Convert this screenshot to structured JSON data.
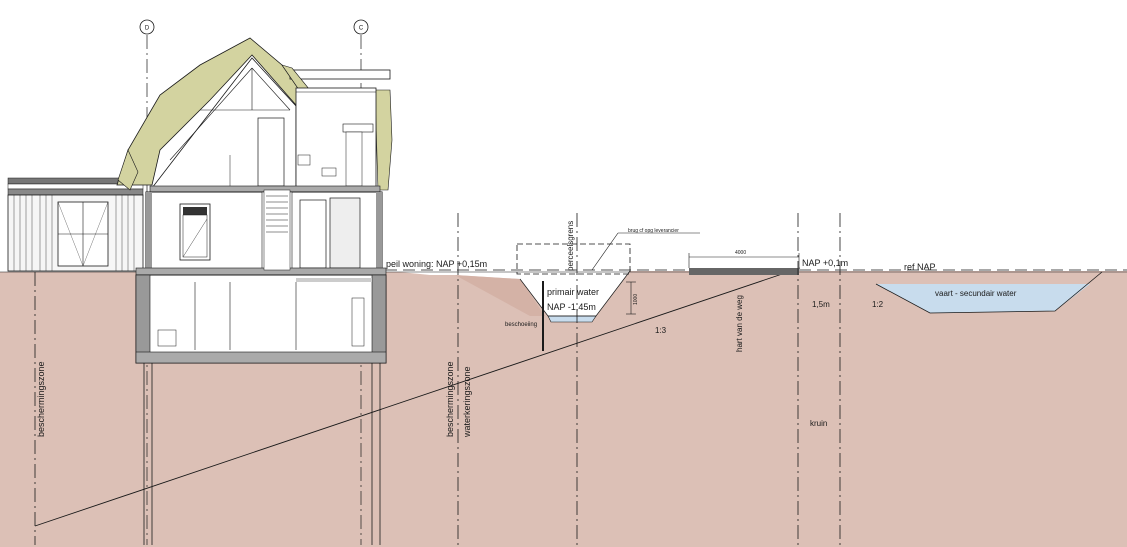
{
  "grid_markers": {
    "left": "D",
    "right": "C"
  },
  "labels": {
    "peil_woning": "peil woning: NAP +0,15m",
    "perceelsgrens": "perceelsgrens",
    "brug": "brug cf opg leverancier",
    "primair_water": "primair water",
    "nap_primair": "NAP -1,45m",
    "dim_1000": "1000",
    "beschoeiing": "beschoeiing",
    "slope_1_3": "1:3",
    "hart_van_de_weg": "hart van de weg",
    "dim_4000": "4000",
    "nap_road": "NAP +0,1m",
    "ref_nap": "ref NAP",
    "dim_1_5m": "1,5m",
    "slope_1_2": "1:2",
    "vaart": "vaart - secundair water",
    "kruin": "kruin",
    "beschermingszone_left": "beschermingszone",
    "beschermingszone_mid": "beschermingszone",
    "waterkeringszone": "waterkeringszone"
  },
  "colors": {
    "soil": "#dcc0b6",
    "soil_dark": "#d2aea3",
    "water": "#c8dced",
    "thatch": "#d3d3a0",
    "line": "#1a1a1a",
    "road": "#666666"
  }
}
